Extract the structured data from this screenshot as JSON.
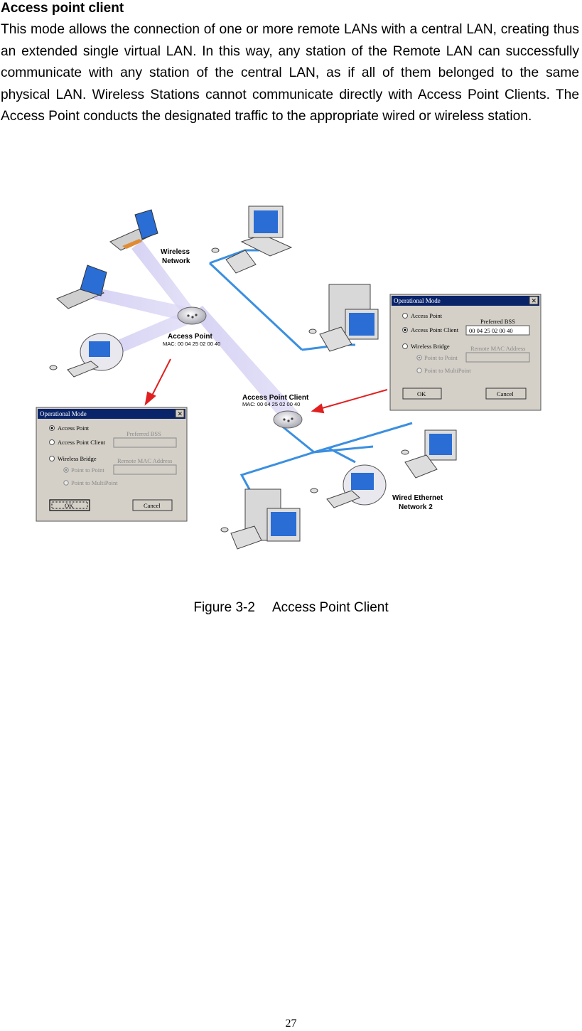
{
  "heading": "Access point client",
  "paragraph": "This mode allows the connection of one or more remote LANs with a central LAN, creating thus an extended single virtual LAN. In this way, any station of the Remote LAN can successfully communicate with any station of the central LAN, as if all of them belonged to the same physical LAN. Wireless Stations cannot communicate directly with Access Point Clients. The Access Point conducts the designated traffic to the appropriate wired or wireless station.",
  "figure": {
    "labels": {
      "wireless_network_1": "Wireless",
      "wireless_network_2": "Network",
      "access_point": "Access Point",
      "access_point_mac": "MAC: 00 04 25 02 00 40",
      "access_point_client": "Access Point Client",
      "access_point_client_mac": "MAC: 00 04 25 02 00 40",
      "wired_ethernet_1": "Wired Ethernet",
      "wired_ethernet_2": "Network 2"
    },
    "dialog_right": {
      "title": "Operational Mode",
      "close": "✕",
      "opt_access_point": "Access Point",
      "opt_access_point_client": "Access Point Client",
      "opt_wireless_bridge": "Wireless Bridge",
      "opt_point_to_point": "Point to Point",
      "opt_point_to_multipoint": "Point to MultiPoint",
      "preferred_bss_label": "Preferred BSS",
      "preferred_bss_value": "00  04  25  02  00  40",
      "remote_mac_label": "Remote MAC Address",
      "ok": "OK",
      "cancel": "Cancel"
    },
    "dialog_left": {
      "title": "Operational Mode",
      "close": "✕",
      "opt_access_point": "Access Point",
      "opt_access_point_client": "Access Point Client",
      "opt_wireless_bridge": "Wireless Bridge",
      "opt_point_to_point": "Point to Point",
      "opt_point_to_multipoint": "Point to MultiPoint",
      "preferred_bss_label": "Preferred BSS",
      "remote_mac_label": "Remote MAC Address",
      "ok": "OK",
      "cancel": "Cancel"
    }
  },
  "caption": {
    "number": "Figure 3-2",
    "title": "Access Point Client"
  },
  "page_number": "27"
}
